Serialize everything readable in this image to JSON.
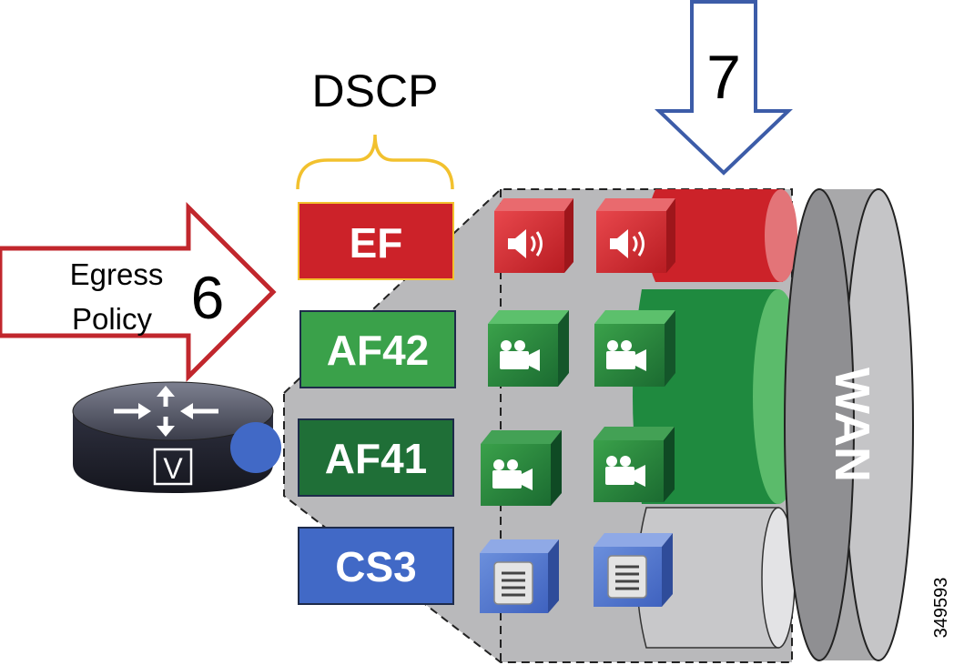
{
  "dscp_heading": "DSCP",
  "classes": [
    {
      "label": "EF",
      "color": "#cc2229",
      "icon": "speaker-icon"
    },
    {
      "label": "AF42",
      "color": "#3aa14a",
      "icon": "video-camera-icon"
    },
    {
      "label": "AF41",
      "color": "#1f6f37",
      "icon": "video-camera-icon"
    },
    {
      "label": "CS3",
      "color": "#4169c6",
      "icon": "document-icon"
    }
  ],
  "egress_arrow": {
    "line1": "Egress",
    "line2": "Policy",
    "step": "6",
    "color": "#c1272d"
  },
  "wan_arrow": {
    "step": "7",
    "color": "#3c5ca8"
  },
  "wan_label": "WAN",
  "router_badge": "V",
  "figure_id": "349593",
  "brace_color": "#f2c12e"
}
